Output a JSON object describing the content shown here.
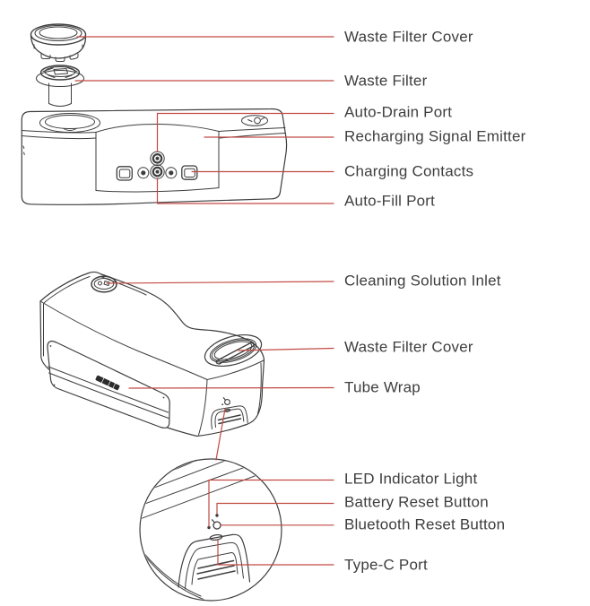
{
  "diagram": {
    "background": "#ffffff",
    "lineart_color": "#3d3d3d",
    "leader_line_color": "#c24a43",
    "label_text_color": "#3e3e3e",
    "views": [
      {
        "name": "dock-base-exploded-view",
        "labels": [
          "Waste Filter Cover",
          "Waste Filter",
          "Auto-Drain Port",
          "Recharging Signal Emitter",
          "Charging Contacts",
          "Auto-Fill Port"
        ]
      },
      {
        "name": "tank-module-isometric-view",
        "labels": [
          "Cleaning Solution Inlet",
          "Waste Filter Cover",
          "Tube Wrap"
        ]
      },
      {
        "name": "connector-detail-callout",
        "labels": [
          "LED Indicator Light",
          "Battery Reset Button",
          "Bluetooth Reset Button",
          "Type-C Port"
        ]
      }
    ]
  }
}
